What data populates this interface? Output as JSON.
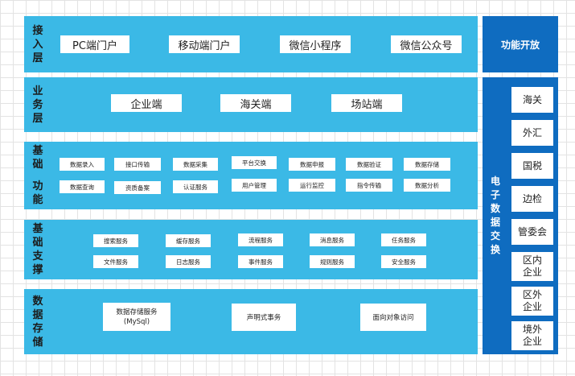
{
  "layers": {
    "access": {
      "label": [
        "接",
        "入",
        "层"
      ],
      "items": [
        "PC端门户",
        "移动端门户",
        "微信小程序",
        "微信公众号"
      ]
    },
    "business": {
      "label": [
        "业",
        "务",
        "层"
      ],
      "items": [
        "企业端",
        "海关端",
        "场站端"
      ]
    },
    "basic_function": {
      "label": [
        "基",
        "础",
        "功",
        "能"
      ],
      "row1": [
        "数据录入",
        "接口传输",
        "数据采集",
        "平台交换",
        "数据申报",
        "数据验证",
        "数据存储"
      ],
      "row2": [
        "数据查询",
        "资质备案",
        "认证服务",
        "用户管理",
        "运行监控",
        "指令传输",
        "数据分析"
      ]
    },
    "basic_support": {
      "label": [
        "基",
        "础",
        "支",
        "撑"
      ],
      "row1": [
        "搜索服务",
        "缓存服务",
        "流程服务",
        "消息服务",
        "任务服务"
      ],
      "row2": [
        "文件服务",
        "日志服务",
        "事件服务",
        "规则服务",
        "安全服务"
      ]
    },
    "data_storage": {
      "label": [
        "数",
        "据",
        "存",
        "储"
      ],
      "items": [
        "数据存储服务",
        "(MySql)",
        "声明式事务",
        "面向对象访问"
      ]
    }
  },
  "side": {
    "open": "功能开放",
    "exchange_label": [
      "电",
      "子",
      "数",
      "据",
      "交",
      "换"
    ],
    "items": [
      "海关",
      "外汇",
      "国税",
      "边检",
      "管委会",
      "区内",
      "企业",
      "区外",
      "企业",
      "境外",
      "企业"
    ]
  }
}
